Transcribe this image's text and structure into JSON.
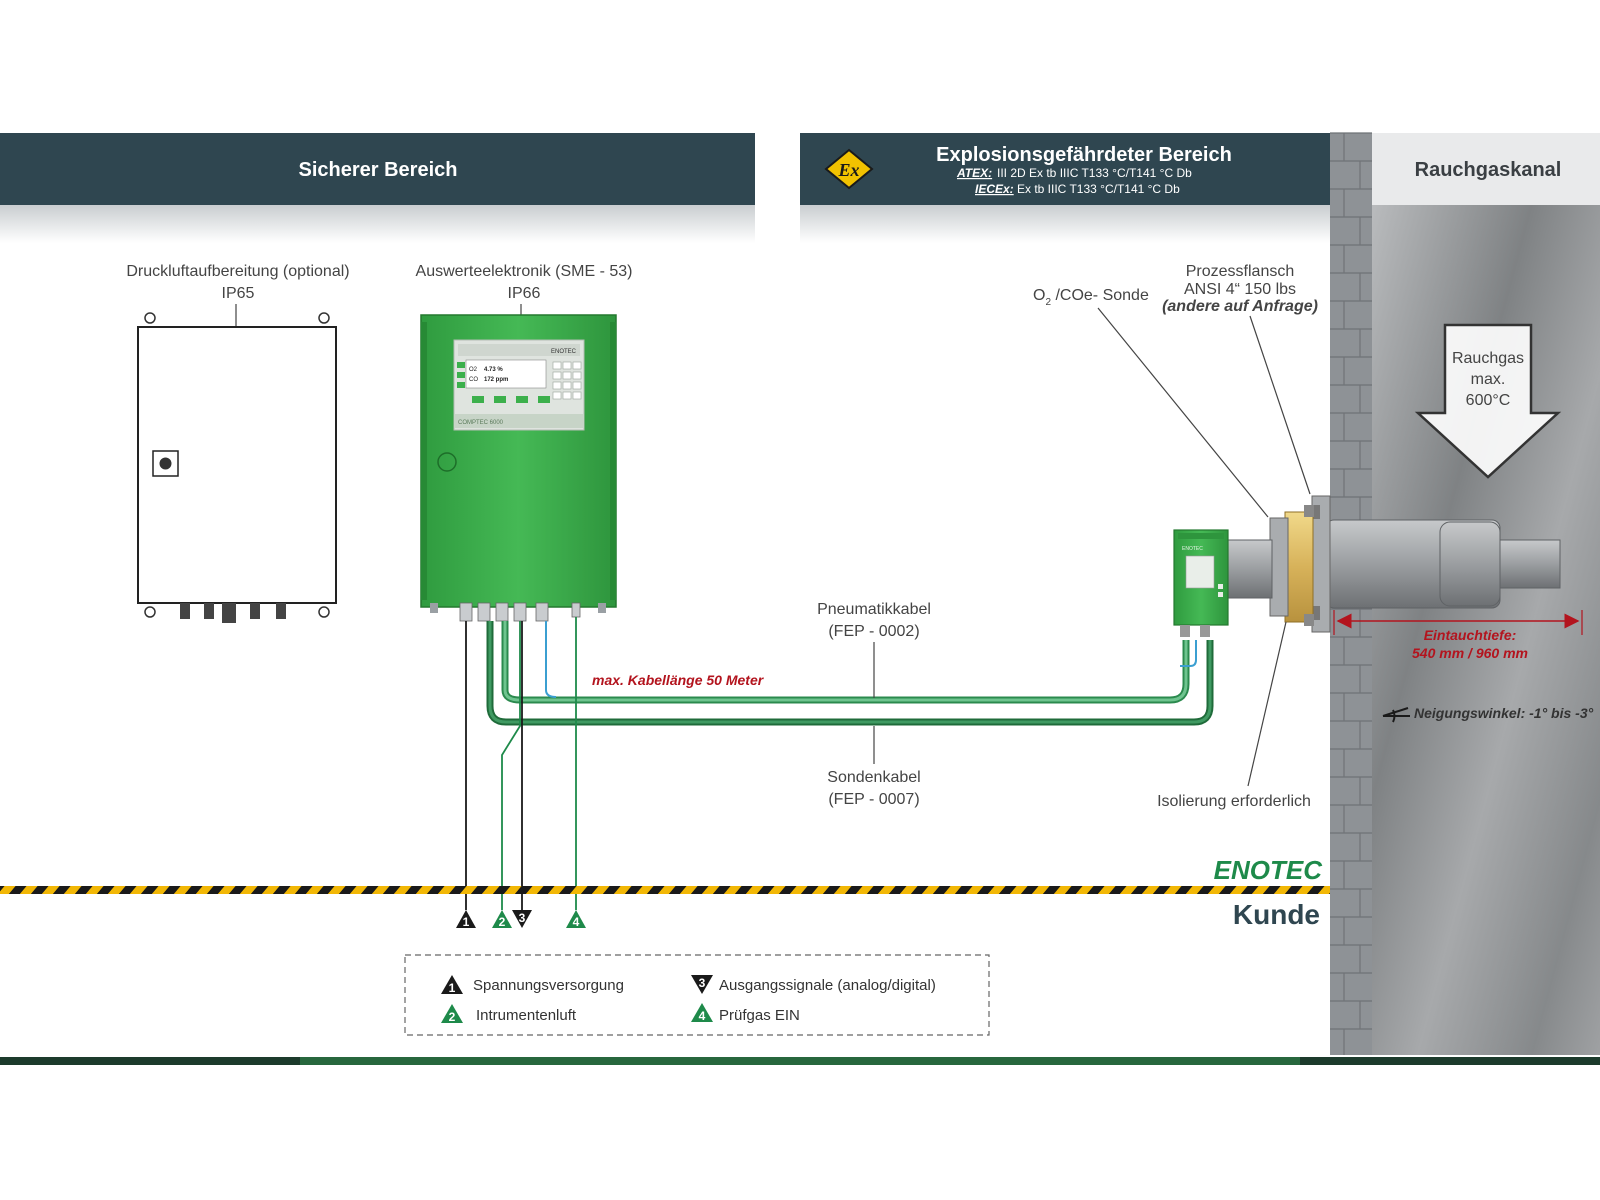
{
  "zones": {
    "safe_title": "Sicherer Bereich",
    "ex_title": "Explosionsgefährdeter Bereich",
    "atex_label": "ATEX:",
    "atex_text": "III 2D Ex tb IIIC T133 °C/T141 °C Db",
    "iecex_label": "IECEx:",
    "iecex_text": "Ex tb IIIC T133 °C/T141 °C Db",
    "ex_badge": "Ex",
    "duct_title": "Rauchgaskanal"
  },
  "devices": {
    "air_prep_title": "Druckluftaufbereitung (optional)",
    "air_prep_ip": "IP65",
    "electronics_title": "Auswerteelektronik (SME - 53)",
    "electronics_ip": "IP66",
    "display_brand": "ENOTEC",
    "display_o2_label": "O2",
    "display_o2_value": "4.73 %",
    "display_co_label": "CO",
    "display_co_value": "172 ppm",
    "display_footer": "COMPTEC 6000",
    "probe_brand": "ENOTEC"
  },
  "annotations": {
    "sensor": "O",
    "sensor_sub": "2",
    "sensor_rest": " /COe- Sonde",
    "flange_line1": "Prozessflansch",
    "flange_line2": "ANSI 4“ 150 lbs",
    "flange_line3": "(andere auf Anfrage)",
    "gas_line1": "Rauchgas",
    "gas_line2": "max.",
    "gas_line3": "600°C",
    "pneu_line1": "Pneumatikkabel",
    "pneu_line2": "(FEP - 0002)",
    "probe_cable_line1": "Sondenkabel",
    "probe_cable_line2": "(FEP - 0007)",
    "cable_length": "max. Kabellänge 50 Meter",
    "insulation": "Isolierung erforderlich",
    "depth_line1": "Eintauchtiefe:",
    "depth_line2": "540 mm / 960 mm",
    "tilt": "Neigungswinkel: -1° bis -3°"
  },
  "boundary": {
    "vendor": "ENOTEC",
    "customer": "Kunde"
  },
  "markers": [
    "1",
    "2",
    "3",
    "4"
  ],
  "legend": [
    {
      "num": "1",
      "text": "Spannungsversorgung",
      "color": "#1a1a1a",
      "dir": "up"
    },
    {
      "num": "3",
      "text": "Ausgangssignale (analog/digital)",
      "color": "#1a1a1a",
      "dir": "down"
    },
    {
      "num": "2",
      "text": "Intrumentenluft",
      "color": "#1e8a4a",
      "dir": "up"
    },
    {
      "num": "4",
      "text": "Prüfgas EIN",
      "color": "#1e8a4a",
      "dir": "up"
    }
  ],
  "colors": {
    "header": "#2f4650",
    "green_device": "#3cb04c",
    "cable_green": "#2e9455",
    "cable_blue": "#3b9fd1",
    "accent_red": "#b3141e",
    "hazard_yellow": "#f2b705",
    "wall": "#8f9397",
    "smoke": "#9a9c9f"
  }
}
